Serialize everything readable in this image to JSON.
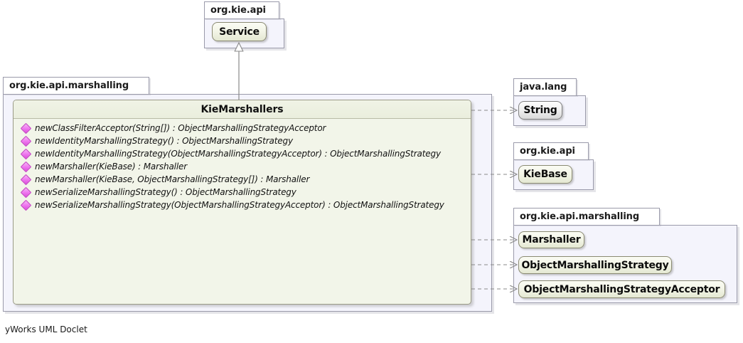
{
  "diagram": {
    "tool_footer": "yWorks UML Doclet",
    "colors": {
      "node_fill_interface": "#f3f5e7",
      "node_fill_class": "#f2f2f2",
      "package_fill": "#f4f4fc",
      "package_border": "#9a9aaa",
      "member_icon": "#ef78ef",
      "edge": "#8a8a8a"
    }
  },
  "packages": {
    "top": {
      "name": "org.kie.api",
      "nodes": [
        {
          "label": "Service",
          "kind": "interface"
        }
      ]
    },
    "main": {
      "name": "org.kie.api.marshalling",
      "class": {
        "name": "KieMarshallers",
        "members": [
          {
            "icon": "static-method-icon",
            "signature": "newClassFilterAcceptor(String[]) : ObjectMarshallingStrategyAcceptor"
          },
          {
            "icon": "static-method-icon",
            "signature": "newIdentityMarshallingStrategy() : ObjectMarshallingStrategy"
          },
          {
            "icon": "static-method-icon",
            "signature": "newIdentityMarshallingStrategy(ObjectMarshallingStrategyAcceptor) : ObjectMarshallingStrategy"
          },
          {
            "icon": "static-method-icon",
            "signature": "newMarshaller(KieBase) : Marshaller"
          },
          {
            "icon": "static-method-icon",
            "signature": "newMarshaller(KieBase, ObjectMarshallingStrategy[]) : Marshaller"
          },
          {
            "icon": "static-method-icon",
            "signature": "newSerializeMarshallingStrategy() : ObjectMarshallingStrategy"
          },
          {
            "icon": "static-method-icon",
            "signature": "newSerializeMarshallingStrategy(ObjectMarshallingStrategyAcceptor) : ObjectMarshallingStrategy"
          }
        ]
      }
    },
    "java_lang": {
      "name": "java.lang",
      "nodes": [
        {
          "label": "String",
          "kind": "class"
        }
      ]
    },
    "kie_api": {
      "name": "org.kie.api",
      "nodes": [
        {
          "label": "KieBase",
          "kind": "interface"
        }
      ]
    },
    "kie_api_marshalling": {
      "name": "org.kie.api.marshalling",
      "nodes": [
        {
          "label": "Marshaller",
          "kind": "interface"
        },
        {
          "label": "ObjectMarshallingStrategy",
          "kind": "interface"
        },
        {
          "label": "ObjectMarshallingStrategyAcceptor",
          "kind": "interface"
        }
      ]
    }
  },
  "edges": [
    {
      "from": "KieMarshallers",
      "to": "Service",
      "kind": "generalization"
    },
    {
      "from": "KieMarshallers",
      "to": "String",
      "kind": "dependency"
    },
    {
      "from": "KieMarshallers",
      "to": "KieBase",
      "kind": "dependency"
    },
    {
      "from": "KieMarshallers",
      "to": "Marshaller",
      "kind": "dependency"
    },
    {
      "from": "KieMarshallers",
      "to": "ObjectMarshallingStrategy",
      "kind": "dependency"
    },
    {
      "from": "KieMarshallers",
      "to": "ObjectMarshallingStrategyAcceptor",
      "kind": "dependency"
    }
  ]
}
